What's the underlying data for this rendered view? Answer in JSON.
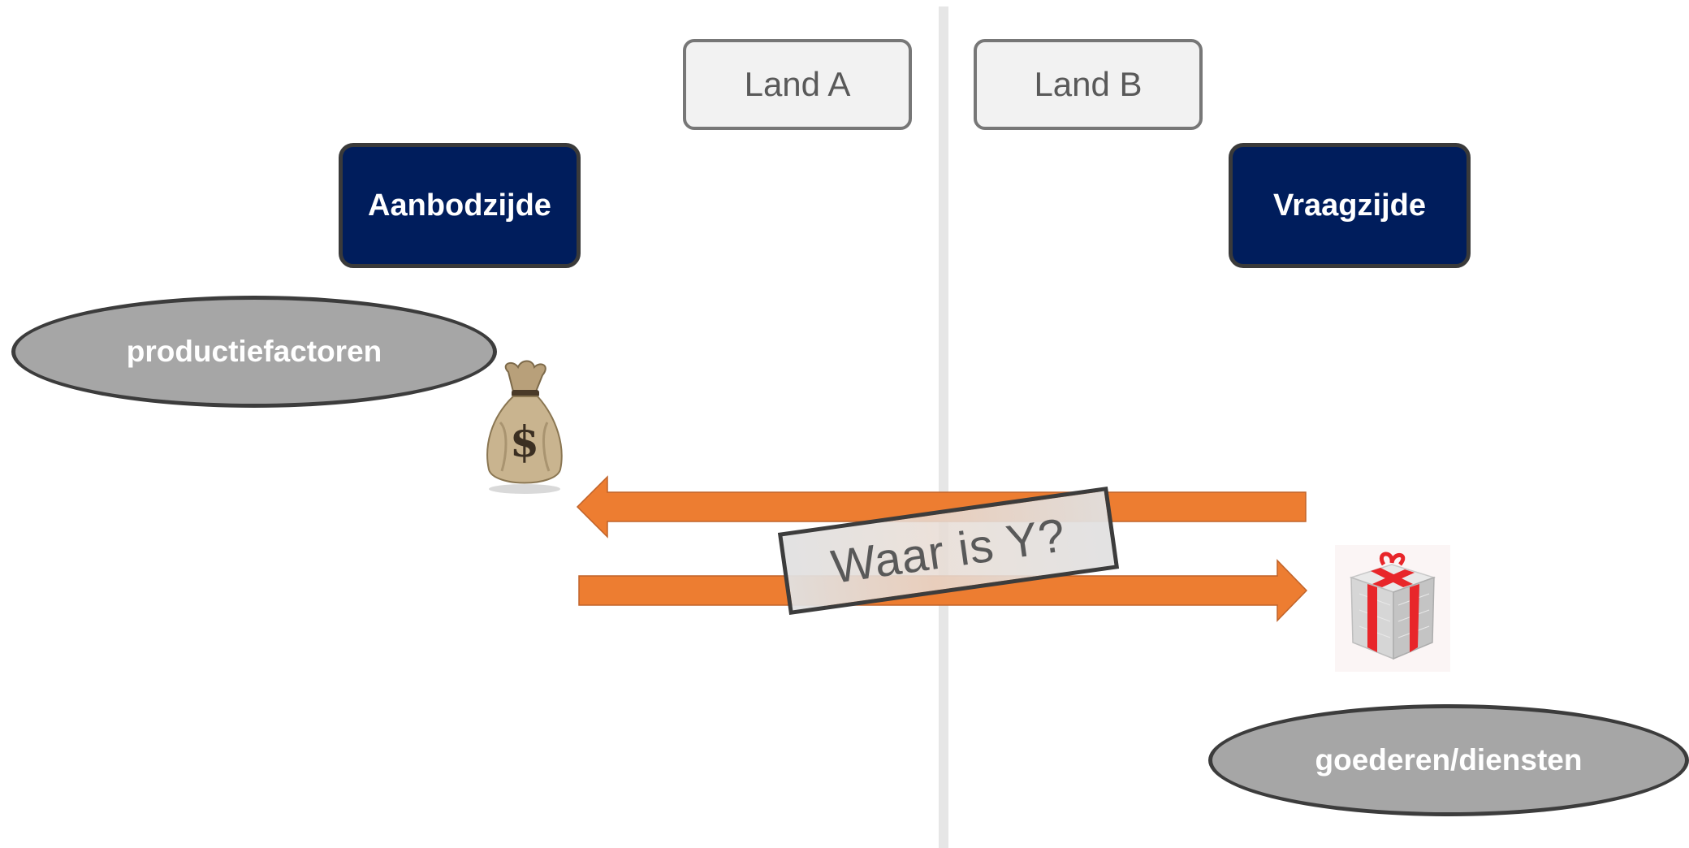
{
  "labels": {
    "land_a": "Land A",
    "land_b": "Land B",
    "supply_side": "Aanbodzijde",
    "demand_side": "Vraagzijde",
    "factors": "productiefactoren",
    "goods": "goederen/diensten",
    "question": "Waar is Y?"
  },
  "colors": {
    "side_box": "#001d5c",
    "arrow": "#ed7d31",
    "ellipse": "#a6a6a6",
    "land_box": "#f2f2f2"
  },
  "icons": {
    "money": "money-bag-icon",
    "goods": "gift-box-icon"
  }
}
